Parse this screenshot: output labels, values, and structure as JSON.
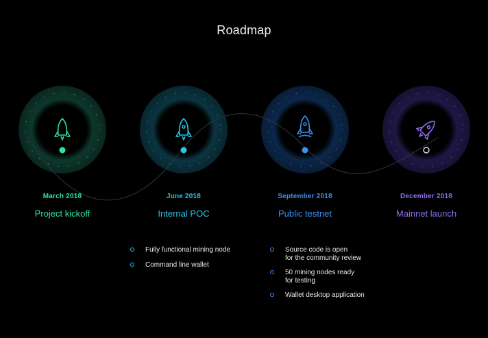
{
  "page": {
    "title": "Roadmap"
  },
  "colors": {
    "background": "#000000",
    "milestone_1": "#2fe3a8",
    "milestone_2": "#29c6ea",
    "milestone_3": "#3f8ff0",
    "milestone_4": "#8f6df0"
  },
  "milestones": [
    {
      "date": "March 2018",
      "label": "Project kickoff",
      "icon": "rocket-icon"
    },
    {
      "date": "June 2018",
      "label": "Internal POC",
      "icon": "rocket-icon"
    },
    {
      "date": "September 2018",
      "label": "Public testnet",
      "icon": "rocket-launch-icon"
    },
    {
      "date": "December 2018",
      "label": "Mainnet launch",
      "icon": "rocket-flying-icon"
    }
  ],
  "features": {
    "column_1": [
      "Fully functional mining node",
      "Command line wallet"
    ],
    "column_2": [
      "Source code is open\nfor the community review",
      "50 mining nodes ready\nfor testing",
      "Wallet desktop application"
    ]
  }
}
